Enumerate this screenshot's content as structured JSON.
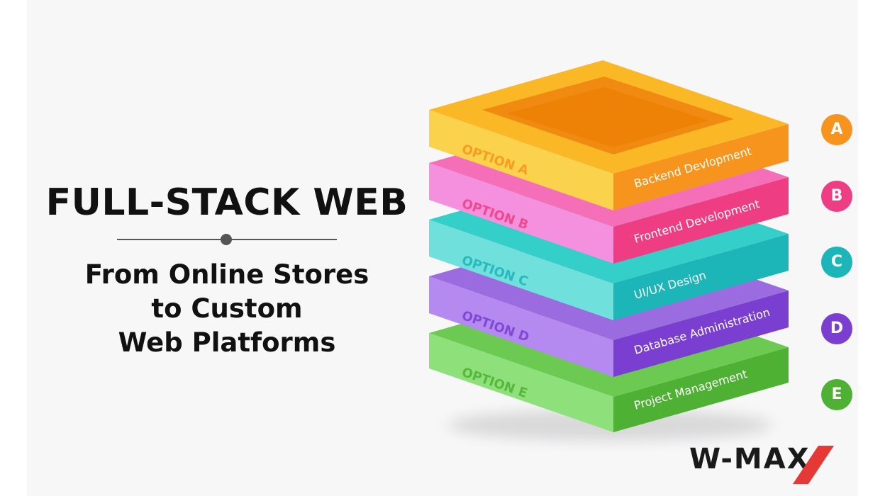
{
  "headline": "FULL-STACK WEB",
  "subtitle_lines": [
    "From Online Stores",
    "to Custom",
    "Web Platforms"
  ],
  "layers": [
    {
      "option": "OPTION A",
      "label": "Backend Devlopment",
      "badge": "A",
      "colors": {
        "side": "#fbd24c",
        "top": "#fbb826",
        "front": "#f7941d",
        "badge": "#f7941d"
      }
    },
    {
      "option": "OPTION B",
      "label": "Frontend Development",
      "badge": "B",
      "colors": {
        "side": "#f590df",
        "top": "#f46fb8",
        "front": "#ee3d82",
        "badge": "#ee3d82"
      }
    },
    {
      "option": "OPTION C",
      "label": "UI/UX Design",
      "badge": "C",
      "colors": {
        "side": "#6fe0dc",
        "top": "#34cfc9",
        "front": "#1cb5b8",
        "badge": "#1cb5b8"
      }
    },
    {
      "option": "OPTION D",
      "label": "Database Administration",
      "badge": "D",
      "colors": {
        "side": "#b48af0",
        "top": "#9b6be0",
        "front": "#7a3fd0",
        "badge": "#7a3fd0"
      }
    },
    {
      "option": "OPTION E",
      "label": "Project Management",
      "badge": "E",
      "colors": {
        "side": "#8ee07a",
        "top": "#6cca52",
        "front": "#4fb133",
        "badge": "#4fb133"
      }
    }
  ],
  "logo": {
    "text": "W-MAX",
    "accent": "#e53935"
  }
}
